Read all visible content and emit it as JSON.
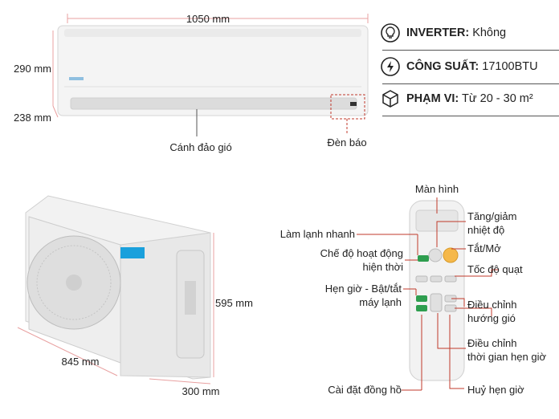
{
  "indoor_unit": {
    "width_label": "1050 mm",
    "height_label": "290 mm",
    "depth_label": "238 mm",
    "louver_label": "Cánh đảo gió",
    "indicator_label": "Đèn báo"
  },
  "specs": [
    {
      "icon": "lightbulb-icon",
      "key": "INVERTER:",
      "value": "Không"
    },
    {
      "icon": "lightning-icon",
      "key": "CÔNG SUẤT:",
      "value": "17100BTU"
    },
    {
      "icon": "cube-icon",
      "key": "PHẠM VI:",
      "value": "Từ 20 - 30 m²"
    }
  ],
  "outdoor_unit": {
    "height_label": "595 mm",
    "width_label": "845 mm",
    "depth_label": "300 mm"
  },
  "remote": {
    "screen_label": "Màn hình",
    "temp_label_1": "Tăng/giảm",
    "temp_label_2": "nhiệt độ",
    "power_label": "Tắt/Mở",
    "fan_label": "Tốc độ quạt",
    "swing_label_1": "Điều chỉnh",
    "swing_label_2": "hướng gió",
    "timer_adjust_label_1": "Điều chỉnh",
    "timer_adjust_label_2": "thời gian hẹn giờ",
    "cancel_label": "Huỷ hẹn giờ",
    "clock_label": "Cài đặt đồng hồ",
    "powerful_label": "Làm lạnh nhanh",
    "mode_label_1": "Chế độ hoạt động",
    "mode_label_2": "hiện thời",
    "timer_label_1": "Hẹn giờ - Bật/tắt",
    "timer_label_2": "máy lạnh"
  },
  "colors": {
    "brand": "#1aa0dc",
    "dim_line": "#e8a0a0",
    "callout": "#c0392b",
    "power_button": "#f5b84a",
    "green_button": "#2e9e4f"
  }
}
